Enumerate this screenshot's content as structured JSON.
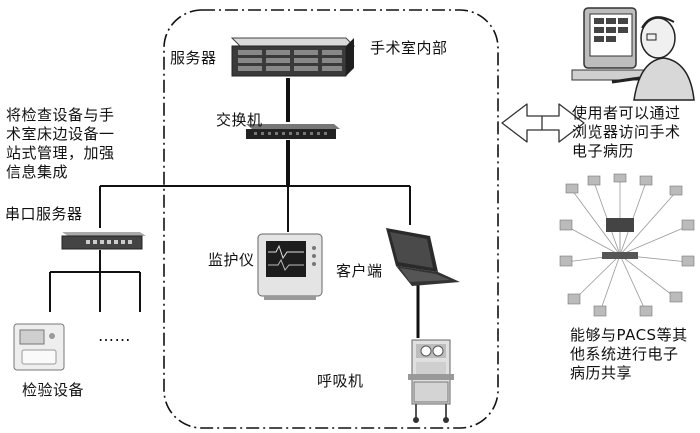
{
  "labels": {
    "server": "服务器",
    "or_interior": "手术室内部",
    "switch": "交换机",
    "integration_note": [
      "将检查设备与手",
      "术室床边设备一",
      "站式管理，加强",
      "信息集成"
    ],
    "serial_server": "串口服务器",
    "monitor": "监护仪",
    "client": "客户端",
    "ellipsis": "……",
    "lab_equipment": "检验设备",
    "ventilator": "呼吸机",
    "browser_note": [
      "使用者可以通过",
      "浏览器访问手术",
      "电子病历"
    ],
    "pacs_note": [
      "能够与PACS等其",
      "他系统进行电子",
      "病历共享"
    ]
  },
  "icons": [
    "server-rack-icon",
    "network-switch-icon",
    "serial-server-icon",
    "patient-monitor-icon",
    "laptop-client-icon",
    "anesthesia-ventilator-icon",
    "lab-analyzer-icon",
    "user-at-computer-icon",
    "pacs-network-icon",
    "double-arrow-icon"
  ],
  "colors": {
    "line": "#111111",
    "device_dark": "#2e2e2e",
    "device_light": "#d9d9d9",
    "arrow_fill": "#ffffff"
  }
}
